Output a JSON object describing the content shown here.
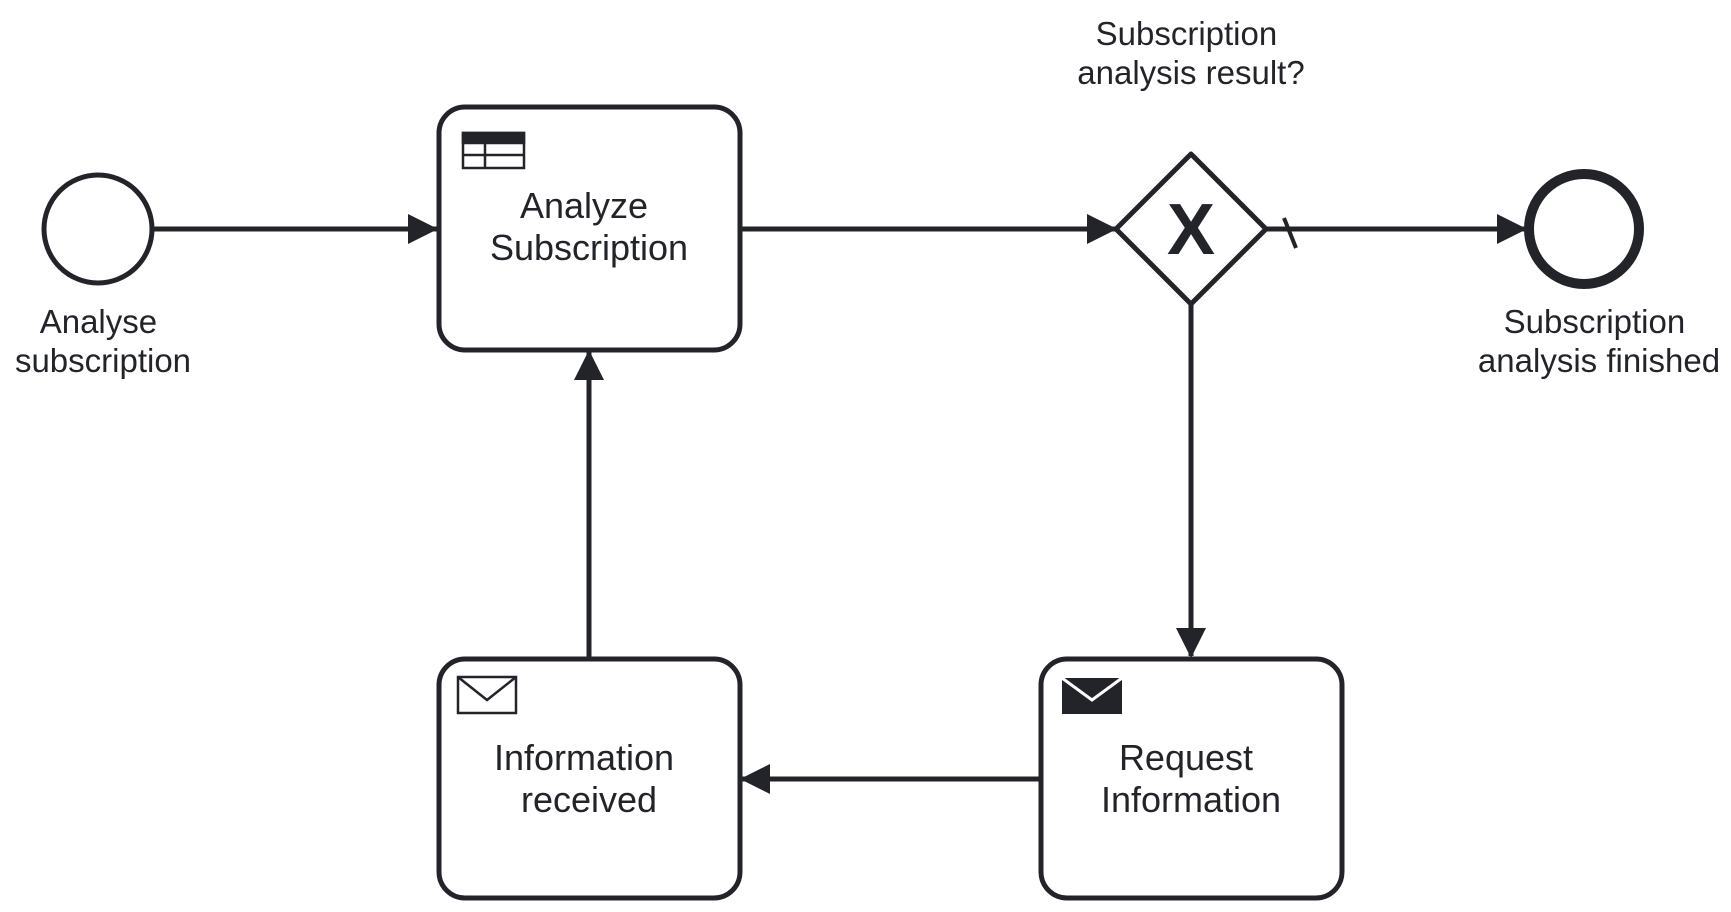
{
  "colors": {
    "stroke": "#22242a",
    "background": "#ffffff"
  },
  "events": {
    "start": {
      "label": [
        "Analyse",
        "subscription"
      ]
    },
    "end": {
      "label": [
        "Subscription",
        "analysis finished"
      ]
    }
  },
  "tasks": {
    "analyze": {
      "label": [
        "Analyze",
        "Subscription"
      ],
      "icon": "business-rule-table-icon"
    },
    "request": {
      "label": [
        "Request",
        "Information"
      ],
      "icon": "send-message-icon"
    },
    "received": {
      "label": [
        "Information",
        "received"
      ],
      "icon": "receive-message-icon"
    }
  },
  "gateway": {
    "type": "exclusive",
    "marker": "X",
    "label": [
      "Subscription",
      "analysis result?"
    ]
  }
}
